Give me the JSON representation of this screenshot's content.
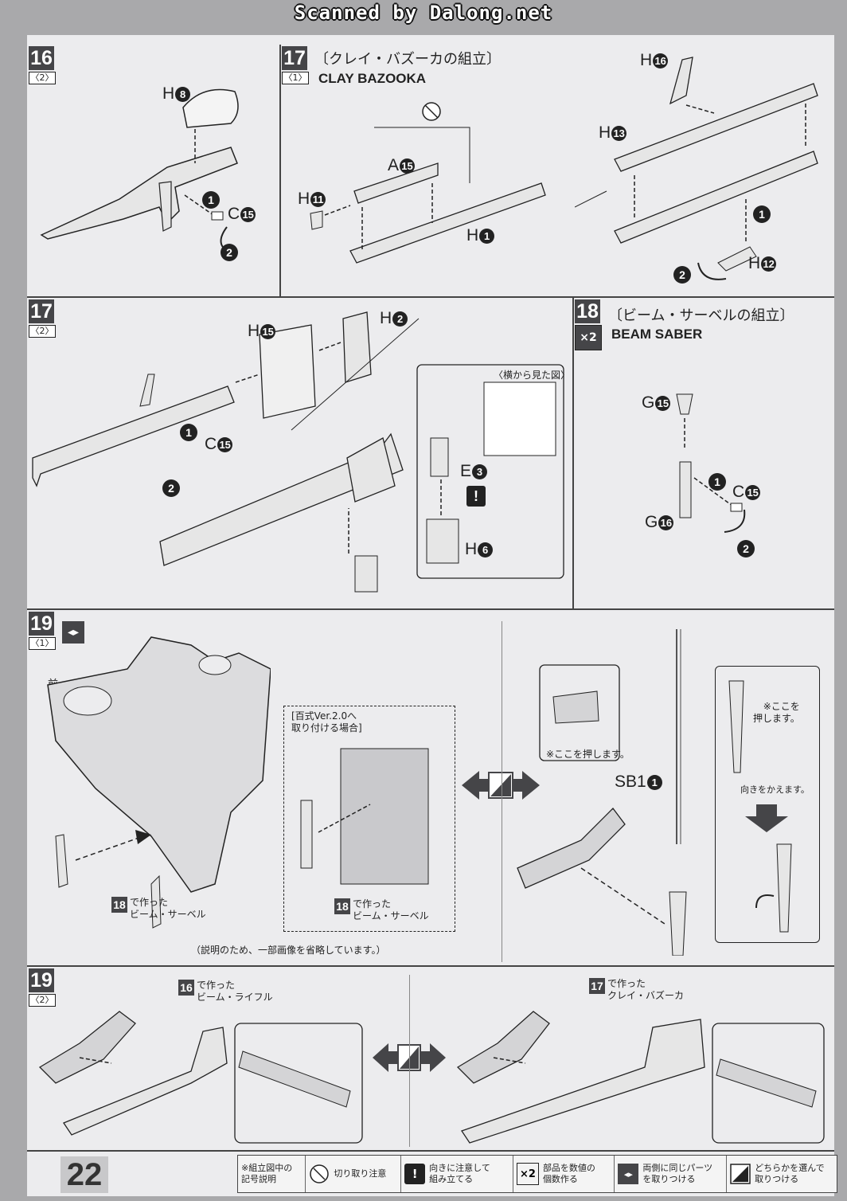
{
  "header": {
    "scan_banner": "Scanned by Dalong.net"
  },
  "page_number": "22",
  "step16": {
    "step": "16",
    "sub": "〈2〉",
    "parts": {
      "h8_letter": "H",
      "h8_num": "8",
      "c15_letter": "C",
      "c15_num": "15"
    },
    "order": [
      "1",
      "2"
    ]
  },
  "step17a": {
    "step": "17",
    "sub": "〈1〉",
    "title_jp": "〔クレイ・バズーカの組立〕",
    "title_en": "CLAY BAZOOKA",
    "parts": {
      "a15_letter": "A",
      "a15_num": "15",
      "h11_letter": "H",
      "h11_num": "11",
      "h1_letter": "H",
      "h1_num": "1",
      "h16_letter": "H",
      "h16_num": "16",
      "h13_letter": "H",
      "h13_num": "13",
      "h12_letter": "H",
      "h12_num": "12"
    },
    "order": [
      "1",
      "2"
    ]
  },
  "step17b": {
    "step": "17",
    "sub": "〈2〉",
    "parts": {
      "h15_letter": "H",
      "h15_num": "15",
      "h2_letter": "H",
      "h2_num": "2",
      "c15_letter": "C",
      "c15_num": "15",
      "e3_letter": "E",
      "e3_num": "3",
      "h6_letter": "H",
      "h6_num": "6"
    },
    "side_view": "〈横から見た図〉",
    "warn": "!",
    "order": [
      "1",
      "2"
    ]
  },
  "step18": {
    "step": "18",
    "multiplier": "×2",
    "title_jp": "〔ビーム・サーベルの組立〕",
    "title_en": "BEAM SABER",
    "parts": {
      "g15_letter": "G",
      "g15_num": "15",
      "g16_letter": "G",
      "g16_num": "16",
      "c15_letter": "C",
      "c15_num": "15"
    },
    "order": [
      "1",
      "2"
    ]
  },
  "step19a": {
    "step": "19",
    "sub": "〈1〉",
    "front": "前",
    "inset_title": "[百式Ver.2.0へ\n取り付ける場合]",
    "ref_step": "18",
    "ref_text": "で作った\nビーム・サーベル",
    "ref_step2": "18",
    "ref_text2": "で作った\nビーム・サーベル",
    "omitted_note": "（説明のため、一部画像を省略しています。）",
    "press_here": "※ここを押します。",
    "press_here2": "※ここを\n押します。",
    "rotate": "向きをかえます。",
    "sb_letter": "SB1",
    "sb_num": "1"
  },
  "step19b": {
    "step": "19",
    "sub": "〈2〉",
    "ref16_step": "16",
    "ref16_text": "で作った\nビーム・ライフル",
    "ref17_step": "17",
    "ref17_text": "で作った\nクレイ・バズーカ"
  },
  "legend": {
    "heading": "※組立図中の\n記号説明",
    "items": [
      {
        "icon": "cut-caution-icon",
        "text": "切り取り注意"
      },
      {
        "icon": "!",
        "text": "向きに注意して\n組み立てる"
      },
      {
        "icon": "×2",
        "text": "部品を数値の\n個数作る"
      },
      {
        "icon": "both-sides-icon",
        "text": "両側に同じパーツ\nを取りつける"
      },
      {
        "icon": "choose-icon",
        "text": "どちらかを選んで\n取りつける"
      }
    ]
  },
  "colors": {
    "ink": "#222222",
    "paper": "#ececee",
    "step_bg": "#454548",
    "scan_border": "#a9a9ab"
  }
}
